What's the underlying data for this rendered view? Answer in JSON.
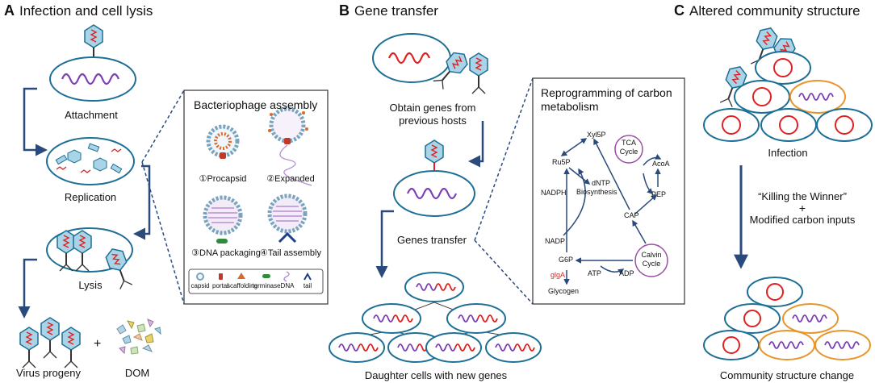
{
  "panels": {
    "a": {
      "letter": "A",
      "title": "Infection and cell lysis",
      "steps": [
        "Attachment",
        "Replication",
        "Lysis"
      ],
      "outputs": {
        "progeny": "Virus progeny",
        "plus": "+",
        "dom": "DOM"
      },
      "assembly": {
        "title": "Bacteriophage assembly",
        "stages": [
          "①Procapsid",
          "②Expanded",
          "③DNA packaging",
          "④Tail assembly"
        ],
        "legend": [
          "capsid",
          "portal",
          "scaffolding",
          "terminase",
          "DNA",
          "tail"
        ]
      }
    },
    "b": {
      "letter": "B",
      "title": "Gene transfer",
      "obtain": "Obtain genes from previous hosts",
      "transfer": "Genes transfer",
      "daughter": "Daughter cells with new genes",
      "metabolism": {
        "title": "Reprogramming of carbon metabolism",
        "nodes": {
          "xyl5p": "Xyl5P",
          "ru5p": "Ru5P",
          "dntp": "dNTP",
          "dntp2": "Biosynthesis",
          "nadph": "NADPH",
          "nadp": "NADP",
          "g6p": "G6P",
          "glga": "glgA",
          "glycogen": "Glycogen",
          "atp": "ATP",
          "adp": "ADP",
          "cap": "CAP",
          "pep": "PEP",
          "acoa": "AcoA",
          "tca1": "TCA",
          "tca2": "Cycle",
          "calvin1": "Calvin",
          "calvin2": "Cycle"
        }
      }
    },
    "c": {
      "letter": "C",
      "title": "Altered community structure",
      "infection": "Infection",
      "ktw": "“Killing the Winner”",
      "plus": "+",
      "modified": "Modified carbon inputs",
      "change": "Community structure change"
    }
  },
  "colors": {
    "cell": "#1d6f95",
    "arrow": "#2a4a7c",
    "dna": "#7b3fb5",
    "gene": "#e02020",
    "orange": "#e8952b",
    "capsid": "#a9d4e8"
  }
}
